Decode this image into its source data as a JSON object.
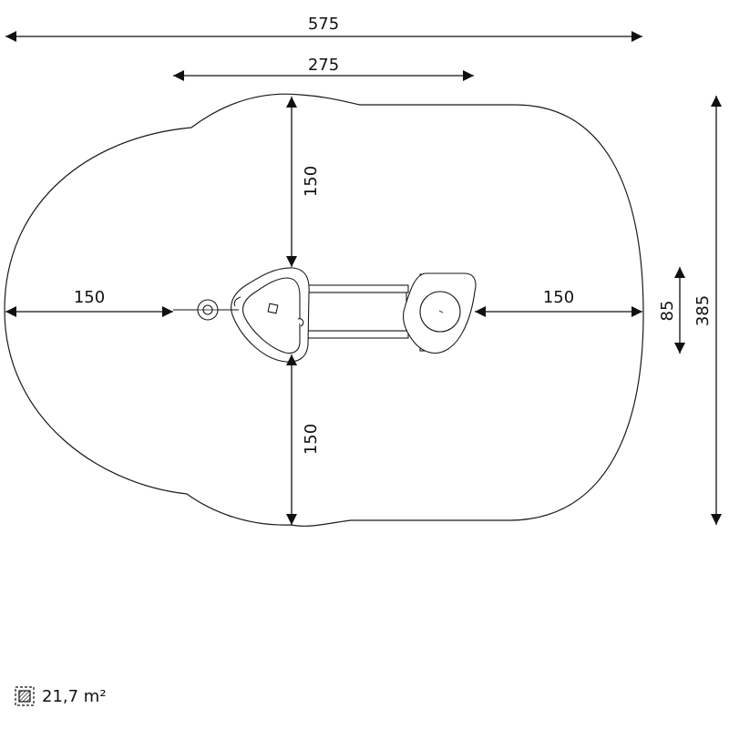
{
  "dimensions": {
    "total_length": "575",
    "inner_length": "275",
    "clearance_left": "150",
    "clearance_right": "150",
    "clearance_top": "150",
    "clearance_bottom": "150",
    "equipment_width": "85",
    "total_width": "385"
  },
  "area": {
    "icon": "hatched-square-icon",
    "value": "21,7 m²"
  }
}
